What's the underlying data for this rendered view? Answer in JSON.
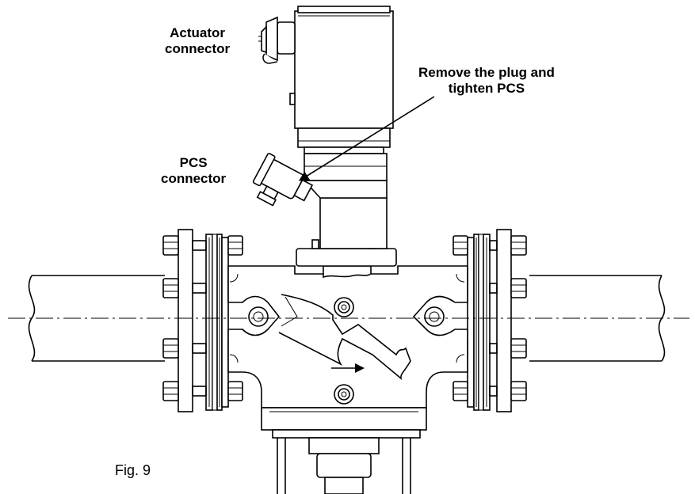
{
  "labels": {
    "actuator_connector_line1": "Actuator",
    "actuator_connector_line2": "connector",
    "remove_plug_line1": "Remove the plug and",
    "remove_plug_line2": "tighten PCS",
    "pcs_connector_line1": "PCS",
    "pcs_connector_line2": "connector"
  },
  "caption": "Fig. 9"
}
